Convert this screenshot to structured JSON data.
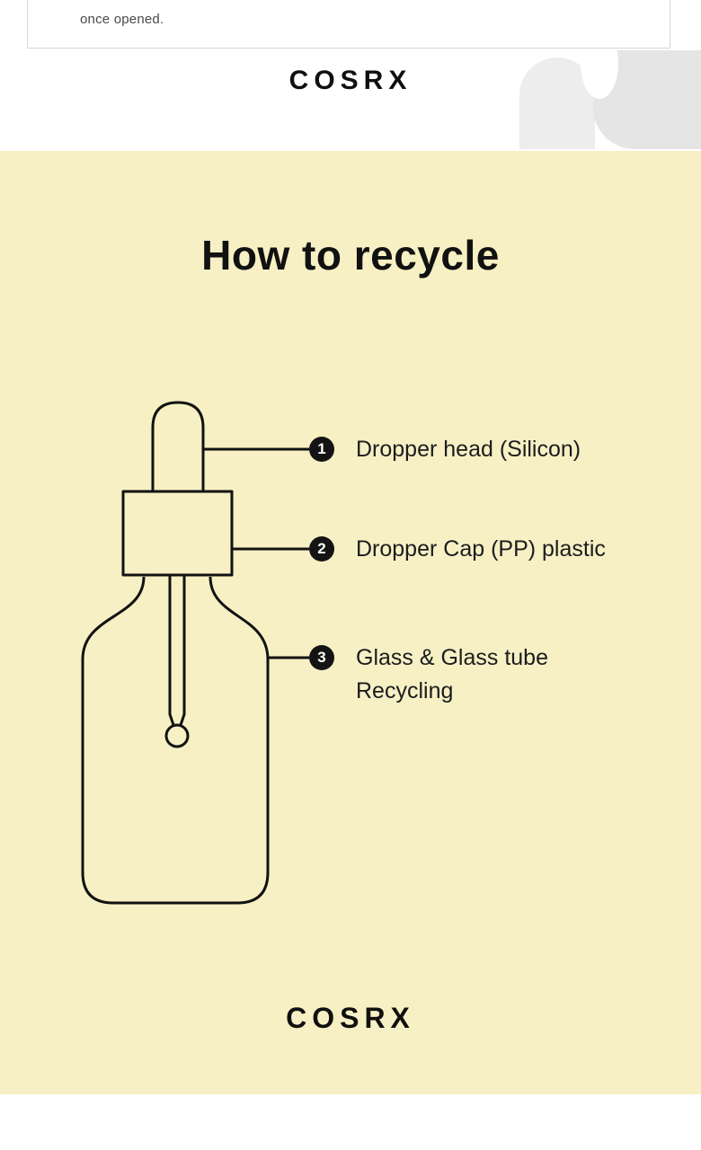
{
  "colors": {
    "panel_yellow": "#f6f0c4",
    "line_black": "#121212",
    "photo_gray": "#e9e9e9"
  },
  "top": {
    "note_text": "once opened.",
    "brand": "COSRX"
  },
  "recycle": {
    "title": "How to recycle",
    "items": [
      {
        "num": "1",
        "lines": [
          "Dropper head (Silicon)"
        ]
      },
      {
        "num": "2",
        "lines": [
          "Dropper Cap (PP) plastic"
        ]
      },
      {
        "num": "3",
        "lines": [
          "Glass & Glass tube",
          "Recycling"
        ]
      }
    ],
    "brand": "COSRX"
  }
}
